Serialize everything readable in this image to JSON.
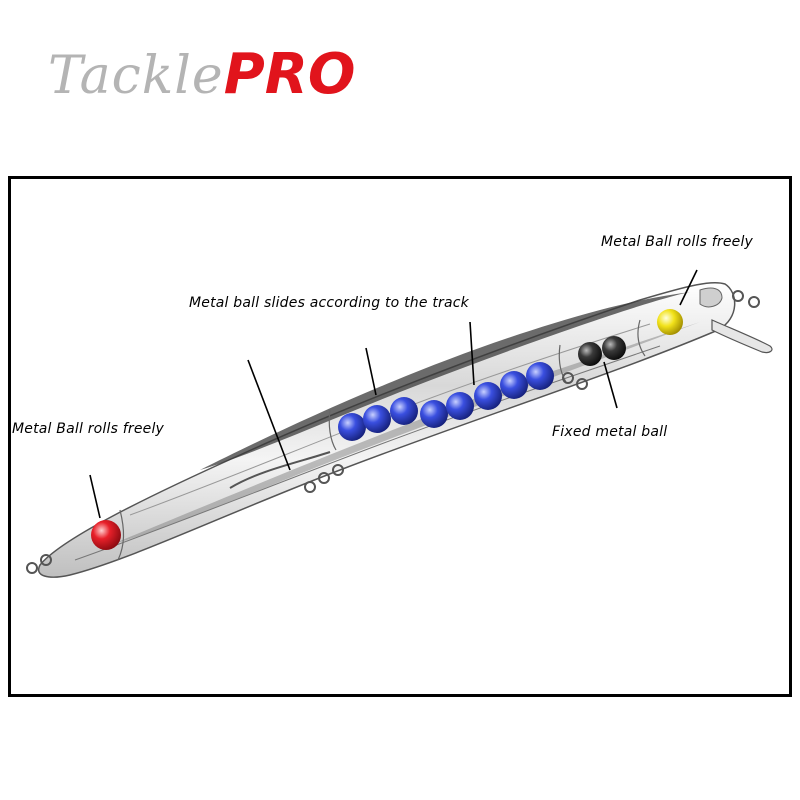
{
  "brand": {
    "part1": "Tackle",
    "part2": "PRO"
  },
  "labels": {
    "metal_ball_rolls_freely_right": "Metal Ball rolls freely",
    "metal_ball_slides_track": "Metal ball slides according to the track",
    "metal_ball_rolls_freely_left": "Metal Ball rolls freely",
    "fixed_metal_ball": "Fixed metal ball"
  },
  "colors": {
    "accent_red": "#e1141c",
    "logo_gray": "#b4b4b4",
    "ball_red": "#e8202a",
    "ball_blue": "#3a4fe0",
    "ball_black": "#2a2a2a",
    "ball_yellow": "#f2e21a"
  }
}
